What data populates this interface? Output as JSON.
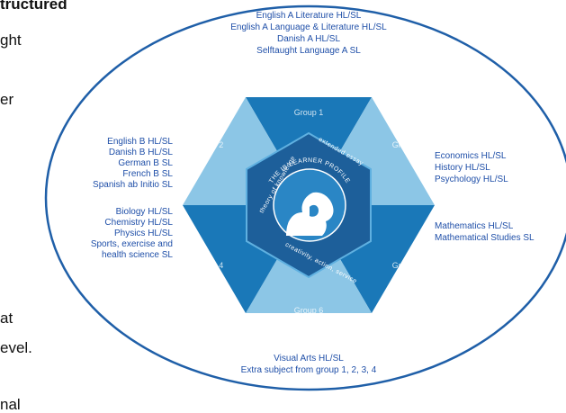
{
  "side_fragments": [
    "tructured",
    "ght",
    "er",
    "at",
    "evel.",
    "nal"
  ],
  "colors": {
    "ellipse": "#1f5fa8",
    "text_blue": "#1f4fa8",
    "hex_dark": "#1a78b8",
    "hex_mid": "#5aaed9",
    "hex_light": "#8cc6e6",
    "core_ring": "#1d5f9a",
    "core_center": "#2a86c5"
  },
  "groups": {
    "g1": {
      "label": "Group 1",
      "subjects": [
        "English A Literature HL/SL",
        "English A Language & Literature HL/SL",
        "Danish A HL/SL",
        "Selftaught Language A SL"
      ]
    },
    "g2": {
      "label": "Group 2",
      "subjects": [
        "English B HL/SL",
        "Danish B HL/SL",
        "German B SL",
        "French B SL",
        "Spanish ab Initio SL"
      ]
    },
    "g3": {
      "label": "Group 3",
      "subjects": [
        "Economics HL/SL",
        "History HL/SL",
        "Psychology HL/SL"
      ]
    },
    "g4": {
      "label": "Group 4",
      "subjects": [
        "Biology HL/SL",
        "Chemistry HL/SL",
        "Physics HL/SL",
        "Sports, exercise and",
        "health science SL"
      ]
    },
    "g5": {
      "label": "Group 5",
      "subjects": [
        "Mathematics HL/SL",
        "Mathematical Studies SL"
      ]
    },
    "g6": {
      "label": "Group 6",
      "subjects": [
        "Visual Arts HL/SL",
        "Extra subject from group 1, 2, 3, 4"
      ]
    }
  },
  "core": {
    "theory_of_knowledge": "theory of knowledge",
    "extended_essay": "extended essay",
    "cas": "creativity, action, service",
    "learner_profile": "THE IB LEARNER PROFILE"
  }
}
